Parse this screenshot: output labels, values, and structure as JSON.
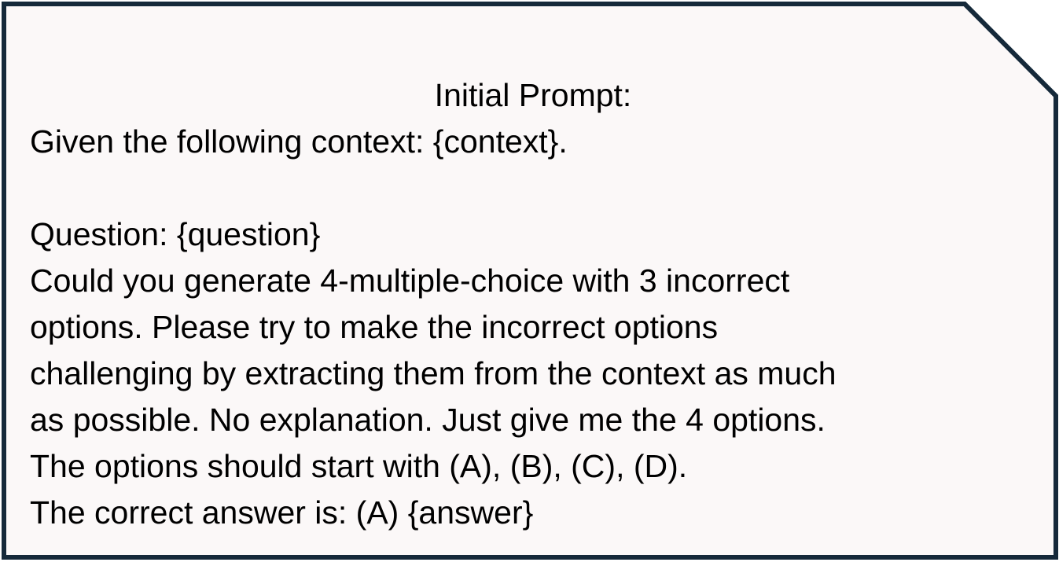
{
  "card": {
    "title": "Initial Prompt:",
    "lines": [
      "Given the following context: {context}.",
      "",
      "Question: {question}",
      "Could you generate 4-multiple-choice with 3 incorrect",
      "options. Please try to make the incorrect options",
      "challenging by extracting them from the context as much",
      "as possible. No explanation. Just give me the 4 options.",
      "The options should start with (A), (B), (C), (D).",
      "The correct answer is: (A) {answer}"
    ],
    "fill_color": "#fbf8f8",
    "border_color": "#15293a"
  }
}
